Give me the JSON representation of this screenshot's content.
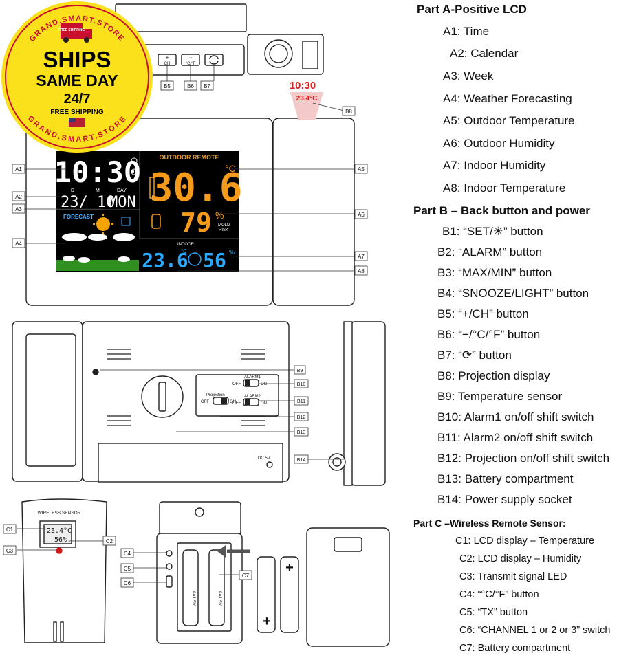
{
  "badge": {
    "free_label": "FREE SHIPPING",
    "store_top": "GRAND.SMART.STORE",
    "store_bottom": "GRAND.SMART.STORE",
    "ships": "SHIPS",
    "same_day": "SAME DAY",
    "hours": "24/7",
    "free_shipping": "FREE SHIPPING"
  },
  "lcd": {
    "time": "10:30",
    "date_letters_d": "D",
    "date_letters_m": "M",
    "day_label": "DAY",
    "date": "23/ 10",
    "weekday": "MON",
    "forecast": "FORECAST",
    "outdoor_remote": "OUTDOOR REMOTE",
    "out_temp": "30.6",
    "out_unit": "°C",
    "out_hum": "79",
    "pct": "%",
    "mold": "MOLD",
    "risk": "RISK",
    "indoor": "INDOOR",
    "in_temp": "23.6",
    "in_unit": "°C",
    "in_hum": "56",
    "proj_time": "10:30",
    "proj_temp": "23.4°C"
  },
  "buttons": {
    "b5_top": "+",
    "b5_bottom": "CH",
    "b6_top": "−",
    "b6_bottom": "°C/°F"
  },
  "back": {
    "alarm1": "ALARM1",
    "alarm2": "ALARM2",
    "off": "OFF",
    "on": "ON",
    "projection": "Projection",
    "dc": "DC 5V"
  },
  "sensor": {
    "title": "WIRELESS SENSOR",
    "temp": "23.4°C",
    "hum": "56%",
    "battery_label": "AA1.5V"
  },
  "callouts": [
    "A1",
    "A2",
    "A3",
    "A4",
    "A5",
    "A6",
    "A7",
    "A8",
    "B5",
    "B6",
    "B7",
    "B8",
    "B9",
    "B10",
    "B11",
    "B12",
    "B13",
    "B14",
    "C1",
    "C2",
    "C3",
    "C4",
    "C5",
    "C6",
    "C7"
  ],
  "legend": {
    "partA_title": "Part A-Positive LCD",
    "partA": [
      "A1: Time",
      "A2: Calendar",
      "A3: Week",
      "A4: Weather Forecasting",
      "A5: Outdoor Temperature",
      "A6: Outdoor Humidity",
      "A7: Indoor Humidity",
      "A8: Indoor Temperature"
    ],
    "partB_title": "Part B – Back button and power",
    "partB": [
      "B1: “SET/☀” button",
      "B2: “ALARM” button",
      "B3: “MAX/MIN” button",
      "B4: “SNOOZE/LIGHT” button",
      "B5: “+/CH” button",
      "B6: “−/°C/°F” button",
      "B7: “⟳” button",
      "B8: Projection display",
      "B9: Temperature sensor",
      "B10: Alarm1 on/off shift switch",
      "B11: Alarm2 on/off shift switch",
      "B12: Projection on/off shift switch",
      "B13: Battery compartment",
      "B14: Power supply socket"
    ],
    "partC_title": "Part C –Wireless Remote Sensor:",
    "partC": [
      "C1: LCD display – Temperature",
      "C2: LCD display – Humidity",
      "C3: Transmit signal LED",
      "C4: “°C/°F” button",
      "C5: “TX” button",
      "C6: “CHANNEL 1 or 2 or 3” switch",
      "C7: Battery compartment"
    ]
  }
}
